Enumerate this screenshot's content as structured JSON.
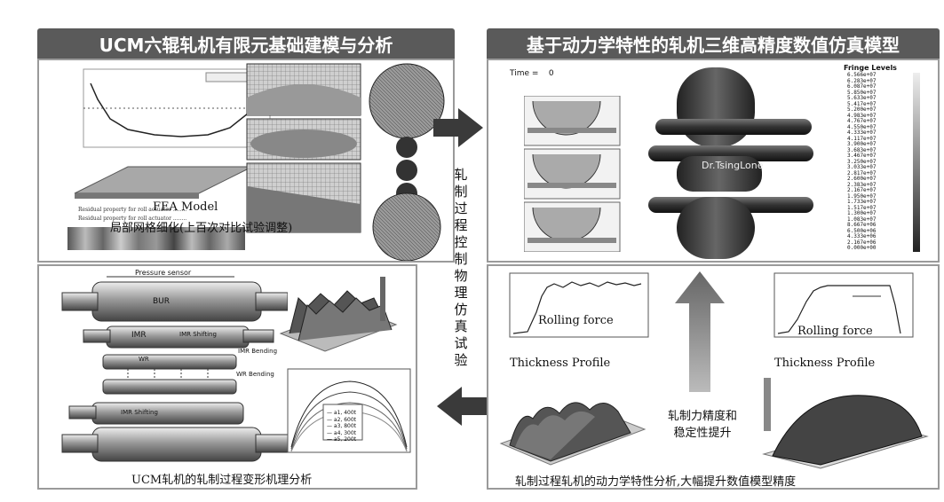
{
  "top_left": {
    "title": "UCM六辊轧机有限元基础建模与分析",
    "fea_label": "FEA Model",
    "caption": "局部网格细化(上百次对比试验调整)"
  },
  "top_right": {
    "title": "基于动力学特性的轧机三维高精度数值仿真模型",
    "time_label": "Time =",
    "time_value": "0",
    "fringe_title": "Fringe Levels",
    "fringe_values": [
      "6.566e+07",
      "6.283e+07",
      "6.087e+07",
      "5.850e+07",
      "5.633e+07",
      "5.417e+07",
      "5.200e+07",
      "4.983e+07",
      "4.767e+07",
      "4.550e+07",
      "4.333e+07",
      "4.117e+07",
      "3.900e+07",
      "3.683e+07",
      "3.467e+07",
      "3.250e+07",
      "3.033e+07",
      "2.817e+07",
      "2.600e+07",
      "2.383e+07",
      "2.167e+07",
      "1.950e+07",
      "1.733e+07",
      "1.517e+07",
      "1.300e+07",
      "1.083e+07",
      "8.667e+06",
      "6.500e+06",
      "4.333e+06",
      "2.167e+06",
      "0.000e+00"
    ],
    "watermark": "Dr.TsingLone"
  },
  "middle": {
    "vertical_text": [
      "轧",
      "制",
      "过",
      "程",
      "控",
      "制",
      "物",
      "理",
      "仿",
      "真",
      "试",
      "验"
    ]
  },
  "bottom_left": {
    "pressure_sensor": "Pressure sensor",
    "bur": "BUR",
    "imr": "IMR",
    "imr_shifting": "IMR Shifting",
    "imr_bending": "IMR Bending",
    "wr": "WR",
    "wr_bending": "WR Bending",
    "imr_shifting2": "IMR Shifting",
    "caption": "UCM轧机的轧制过程变形机理分析"
  },
  "bottom_right": {
    "rolling_force_left": "Rolling force",
    "rolling_force_right": "Rolling force",
    "thickness_left": "Thickness Profile",
    "thickness_right": "Thickness Profile",
    "center_text_line1": "轧制力精度和",
    "center_text_line2": "稳定性提升",
    "caption": "轧制过程轧机的动力学特性分析,大幅提升数值模型精度"
  },
  "legend_entries": [
    "a1, 400t",
    "a2, 600t",
    "a3, 800t",
    "a4, 300t",
    "a5, 200t"
  ],
  "colors": {
    "banner": "#5a5a5a",
    "arrow": "#3a3a3a",
    "panel_border": "#9a9a9a"
  }
}
